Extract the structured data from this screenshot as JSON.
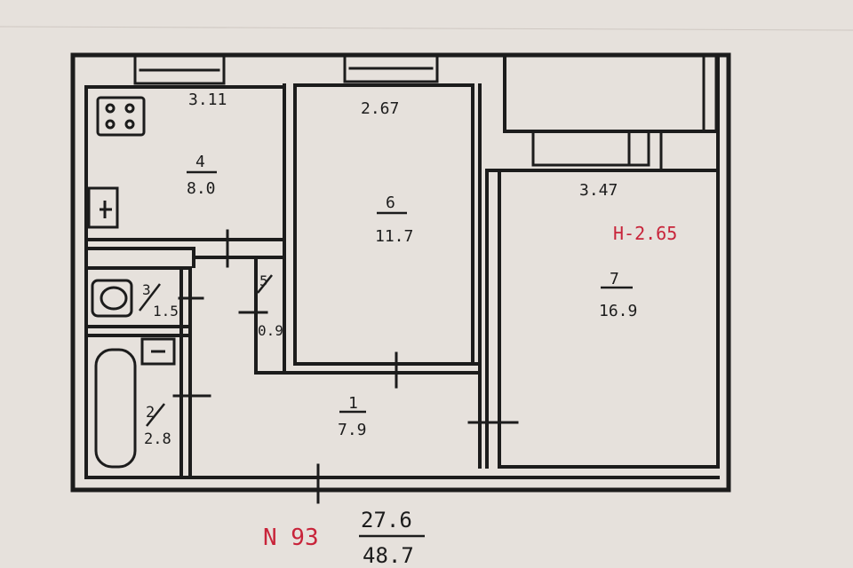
{
  "plan": {
    "rooms": [
      {
        "number": "4",
        "area": "8.0"
      },
      {
        "number": "6",
        "area": "11.7"
      },
      {
        "number": "7",
        "area": "16.9"
      },
      {
        "number": "3",
        "area": "1.5"
      },
      {
        "number": "5",
        "area": "0.9"
      },
      {
        "number": "2",
        "area": "2.8"
      },
      {
        "number": "1",
        "area": "7.9"
      }
    ],
    "dimensions": {
      "kitchen_width": "3.11",
      "room6_width": "2.67",
      "room7_width": "3.47"
    },
    "ceiling_height": "H-2.65"
  },
  "footer": {
    "apartment_number": "N 93",
    "living_area": "27.6",
    "total_area": "48.7"
  },
  "colors": {
    "ink": "#1c1c1c",
    "annotation": "#c8243a",
    "paper": "#e6e1dc"
  }
}
